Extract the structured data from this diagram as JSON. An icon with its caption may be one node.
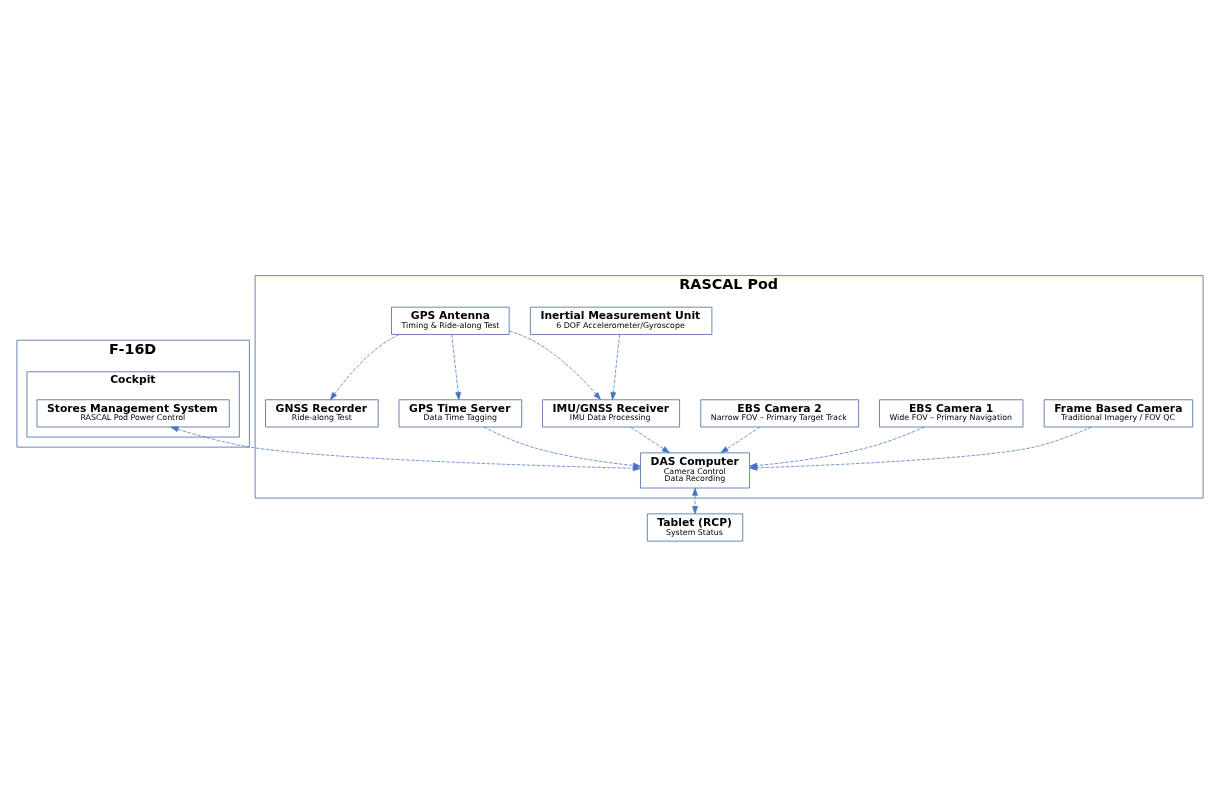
{
  "diagram": {
    "nodes": [
      {
        "text": [
          "F-16D"
        ]
      },
      {
        "text": [
          "Cockpit"
        ],
        "in": 0
      },
      {
        "text": [
          "Stores Management System",
          "RASCAL Pod Power Control"
        ],
        "in": 1
      },
      {
        "text": [
          "RASCAL Pod"
        ]
      },
      {
        "text": [
          "Frame Based Camera",
          "Traditional Imagery / FOV QC"
        ],
        "in": 3
      },
      {
        "text": [
          "EBS Camera 1",
          "Wide FOV – Primary Navigation"
        ],
        "in": 3
      },
      {
        "text": [
          "EBS Camera 2",
          "Narrow FOV – Primary Target Track"
        ],
        "in": 3
      },
      {
        "text": [
          "DAS Computer",
          "Camera Control",
          "Data Recording"
        ],
        "in": 3
      },
      {
        "text": [
          "Tablet (RCP)",
          "System Status"
        ]
      },
      {
        "text": [
          "IMU/GNSS Receiver",
          "IMU Data Processing"
        ],
        "in": 3
      },
      {
        "text": [
          "GPS Time Server",
          "Data Time Tagging"
        ],
        "in": 3
      },
      {
        "text": [
          "Inertial Measurement Unit",
          "6 DOF Accelerometer/Gyroscope"
        ],
        "in": 3
      },
      {
        "text": [
          "GPS Antenna",
          "Timing & Ride-along Test"
        ],
        "in": 3
      },
      {
        "text": [
          "GNSS Recorder",
          "Ride-along Test"
        ],
        "in": 3
      }
    ],
    "edges": [
      {
        "from": 2,
        "to": 7,
        "arrow": "both",
        "style": "dashed"
      },
      {
        "from": 4,
        "to": 7,
        "arrow": "to",
        "style": "dashed"
      },
      {
        "from": 5,
        "to": 7,
        "arrow": "to",
        "style": "dashed"
      },
      {
        "from": 6,
        "to": 7,
        "arrow": "to",
        "style": "dashed"
      },
      {
        "from": 7,
        "to": 8,
        "arrow": "both",
        "style": "dashed"
      },
      {
        "from": 9,
        "to": 7,
        "arrow": "to",
        "style": "dashed"
      },
      {
        "from": 10,
        "to": 7,
        "arrow": "to",
        "style": "dashed"
      },
      {
        "from": 11,
        "to": 9,
        "arrow": "to",
        "style": "dashed"
      },
      {
        "from": 12,
        "to": 9,
        "arrow": "to",
        "style": "dashed"
      },
      {
        "from": 12,
        "to": 10,
        "arrow": "to",
        "style": "dashed"
      },
      {
        "from": 12,
        "to": 13,
        "arrow": "to",
        "style": "dashed"
      }
    ]
  }
}
